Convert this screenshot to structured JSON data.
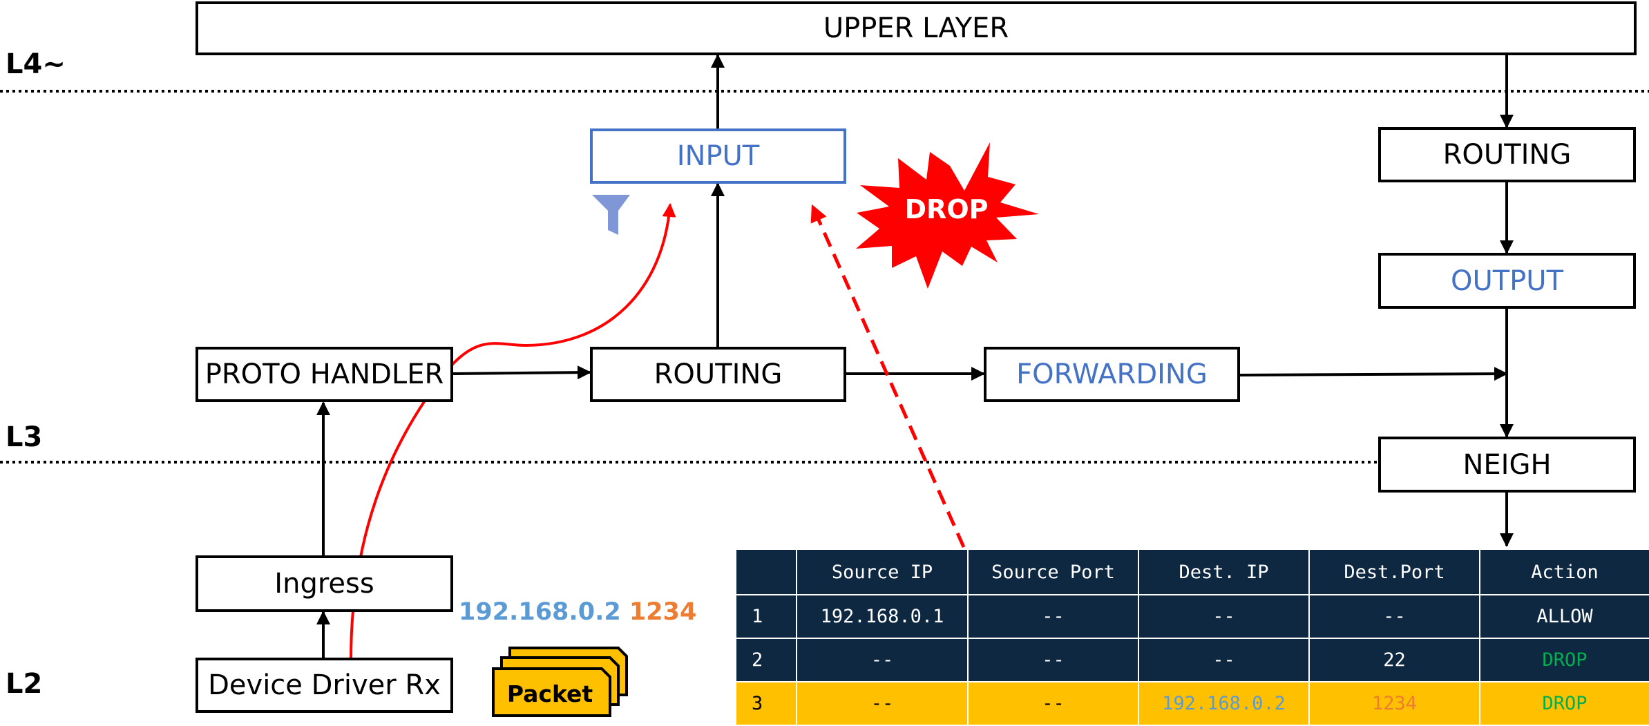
{
  "layers": {
    "l4": "L4~",
    "l3": "L3",
    "l2": "L2"
  },
  "boxes": {
    "upper_layer": "UPPER LAYER",
    "input": "INPUT",
    "routing_in": "ROUTING",
    "proto_handler": "PROTO HANDLER",
    "forwarding": "FORWARDING",
    "routing_out": "ROUTING",
    "output": "OUTPUT",
    "neigh": "NEIGH",
    "ingress": "Ingress",
    "device_driver": "Device Driver Rx"
  },
  "packet": {
    "ip": "192.168.0.2",
    "port": "1234",
    "label": "Packet"
  },
  "drop_burst": {
    "label": "DROP"
  },
  "icons": {
    "filter": "filter-funnel-icon"
  },
  "colors": {
    "accent_blue": "#4472c4",
    "ip_blue": "#5b9bd5",
    "port_orange": "#ed7d31",
    "path_red": "#ff0000",
    "table_dark": "#0e2841",
    "table_highlight": "#ffc000",
    "action_green": "#00b050",
    "packet_fill": "#ffc000"
  },
  "rule_table": {
    "headers": [
      "",
      "Source IP",
      "Source Port",
      "Dest. IP",
      "Dest.Port",
      "Action"
    ],
    "rows": [
      [
        "1",
        "192.168.0.1",
        "--",
        "--",
        "--",
        "ALLOW"
      ],
      [
        "2",
        "--",
        "--",
        "--",
        "22",
        "DROP"
      ],
      [
        "3",
        "--",
        "--",
        "192.168.0.2",
        "1234",
        "DROP"
      ]
    ],
    "highlighted_row": 3
  }
}
